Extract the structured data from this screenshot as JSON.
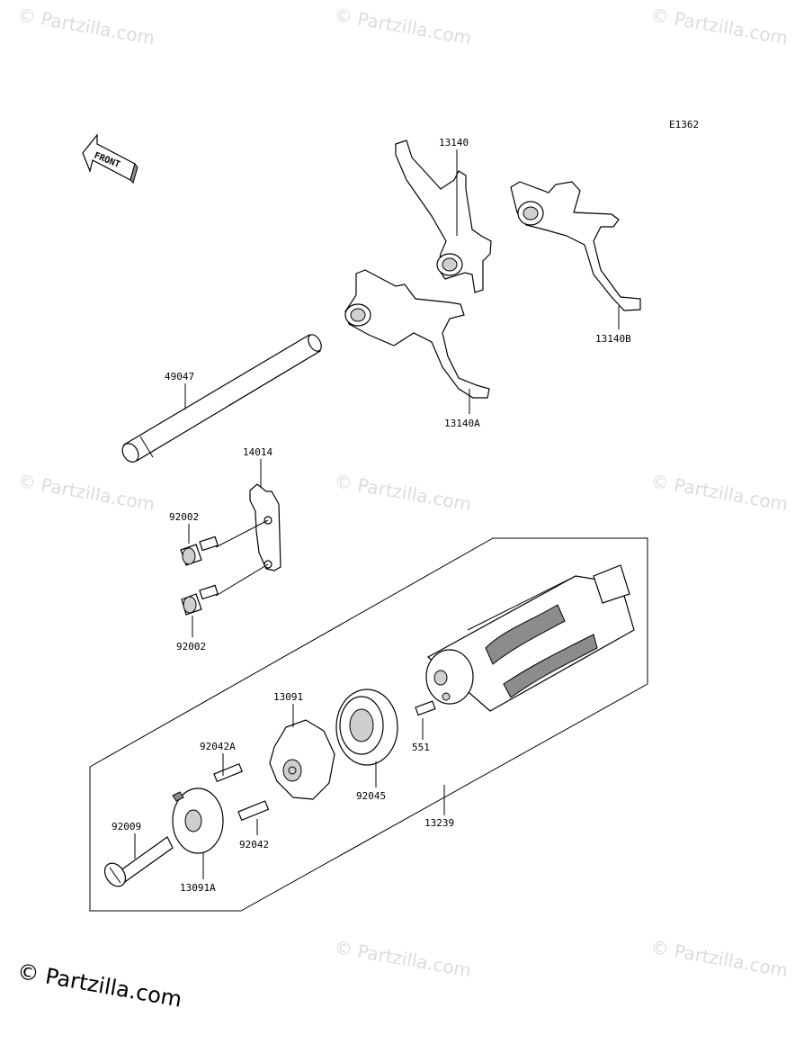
{
  "watermark_text": "© Partzilla.com",
  "footer_credit": "© Partzilla.com",
  "diagram_code": "E1362",
  "front_label": "FRONT",
  "callouts": {
    "p13140": "13140",
    "p13140B": "13140B",
    "p13140A": "13140A",
    "p49047": "49047",
    "p14014": "14014",
    "p92002_top": "92002",
    "p92002_bottom": "92002",
    "p13091": "13091",
    "p92042A": "92042A",
    "p551": "551",
    "p92045": "92045",
    "p13239": "13239",
    "p92009": "92009",
    "p92042": "92042",
    "p13091A": "13091A"
  }
}
